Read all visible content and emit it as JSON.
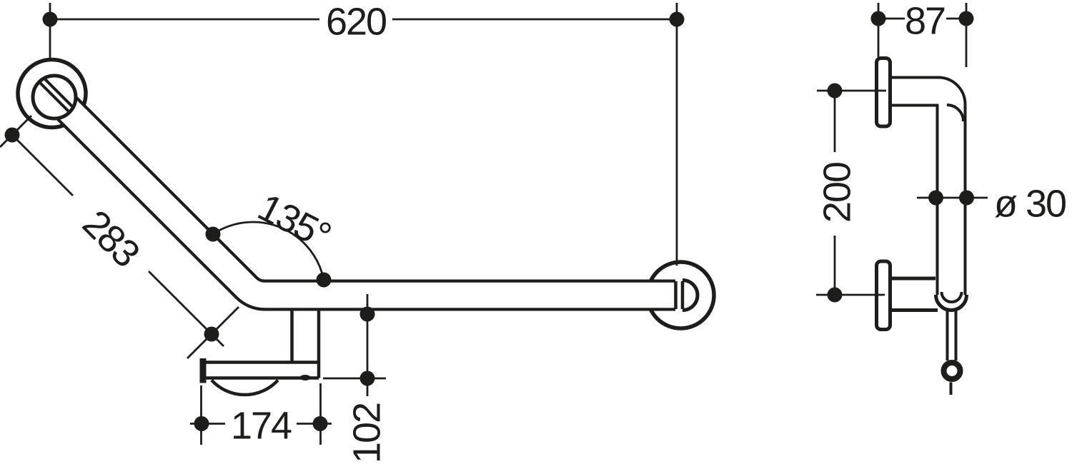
{
  "drawing": {
    "ink_color": "#1d1d1b",
    "background_color": "#ffffff",
    "front_view": {
      "dim_total_width": "620",
      "dim_diagonal_length": "283",
      "dim_bend_angle": "135°",
      "dim_holder_length": "174",
      "dim_holder_drop": "102"
    },
    "side_view": {
      "dim_wall_plate_depth": "87",
      "dim_flange_spacing": "200",
      "dim_tube_diameter": "ø 30"
    }
  }
}
